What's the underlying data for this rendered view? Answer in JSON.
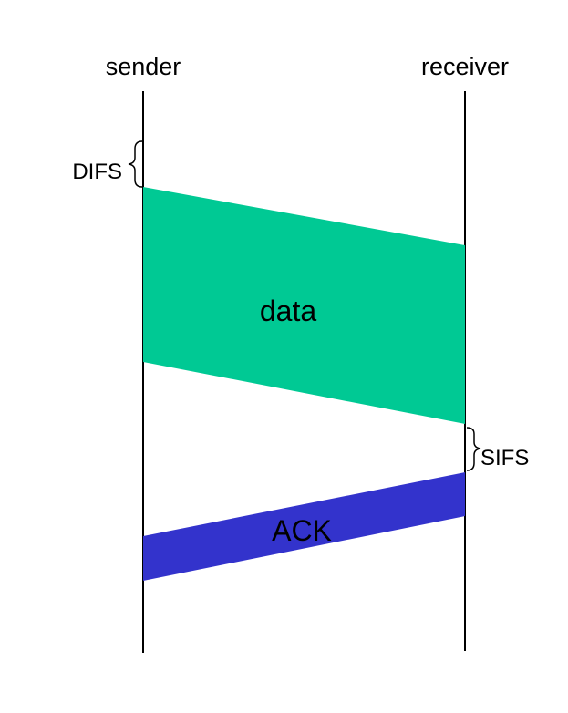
{
  "diagram": {
    "sender_label": "sender",
    "receiver_label": "receiver",
    "difs_label": "DIFS",
    "sifs_label": "SIFS",
    "data_label": "data",
    "ack_label": "ACK"
  },
  "colors": {
    "data_fill": "#00c994",
    "ack_fill": "#3333cc",
    "data_text": "#ffffff",
    "ack_text": "#ffffff",
    "line": "#000000"
  }
}
